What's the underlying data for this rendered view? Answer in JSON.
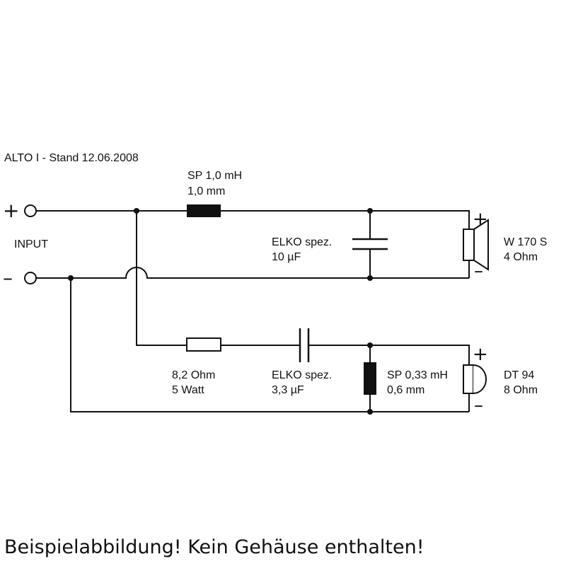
{
  "title": "ALTO I - Stand 12.06.2008",
  "input": {
    "label": "INPUT",
    "plus": "+",
    "minus": "–"
  },
  "components": {
    "inductor_main": {
      "line1": "SP 1,0 mH",
      "line2": "1,0 mm"
    },
    "cap_main": {
      "line1": "ELKO spez.",
      "line2": "10 µF"
    },
    "woofer": {
      "line1": "W 170 S",
      "line2": "4 Ohm",
      "plus": "+",
      "minus": "–"
    },
    "resistor": {
      "line1": "8,2 Ohm",
      "line2": "5 Watt"
    },
    "cap_tweeter": {
      "line1": "ELKO spez.",
      "line2": "3,3 µF"
    },
    "inductor_tweeter": {
      "line1": "SP 0,33 mH",
      "line2": "0,6 mm"
    },
    "tweeter": {
      "line1": "DT 94",
      "line2": "8 Ohm",
      "plus": "+",
      "minus": "–"
    }
  },
  "footer": "Beispielabbildung! Kein Gehäuse enthalten!"
}
